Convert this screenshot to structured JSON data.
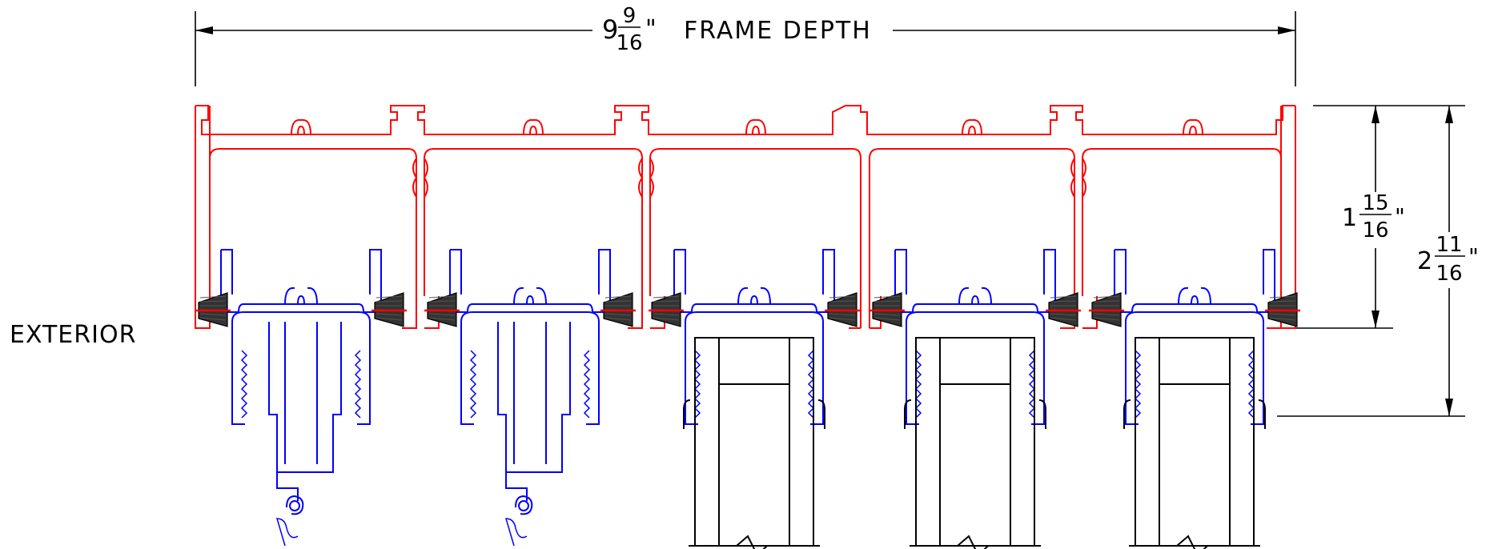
{
  "labels": {
    "frame_depth": {
      "whole": "9",
      "num": "9",
      "den": "16",
      "unit": "\"",
      "text": "FRAME DEPTH"
    },
    "exterior": "EXTERIOR",
    "dim_inner": {
      "whole": "1",
      "num": "15",
      "den": "16",
      "unit": "\""
    },
    "dim_outer": {
      "whole": "2",
      "num": "11",
      "den": "16",
      "unit": "\""
    }
  },
  "colors": {
    "frame": "#ff0000",
    "sash": "#0000ff",
    "panel": "#000000",
    "weatherstrip": "#333333"
  },
  "tracks": [
    {
      "type": "screen"
    },
    {
      "type": "screen"
    },
    {
      "type": "panel"
    },
    {
      "type": "panel"
    },
    {
      "type": "panel"
    }
  ]
}
